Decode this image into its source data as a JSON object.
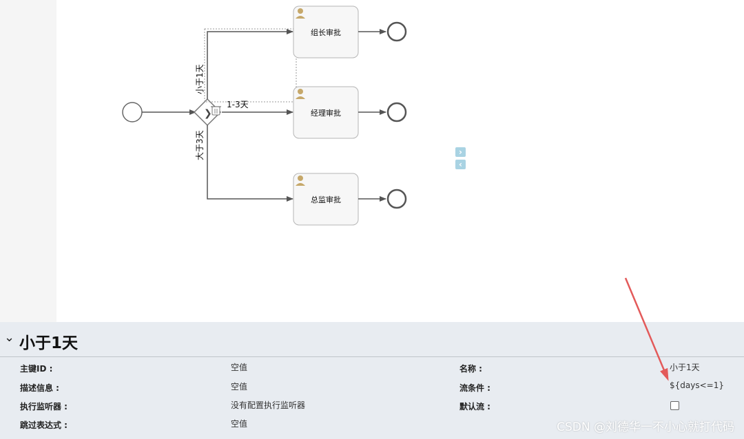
{
  "diagram": {
    "tasks": [
      {
        "label": "组长审批"
      },
      {
        "label": "经理审批"
      },
      {
        "label": "总监审批"
      }
    ],
    "flow_labels": {
      "less_than_1": "小于1天",
      "between_1_3": "1-3天",
      "more_than_3": "大于3天"
    }
  },
  "nav_buttons": {
    "expand": "›",
    "collapse": "‹"
  },
  "properties": {
    "title": "小于1天",
    "rows": [
      {
        "label": "主键ID :",
        "value": "空值"
      },
      {
        "label": "描述信息 :",
        "value": "空值"
      },
      {
        "label": "执行监听器 :",
        "value": "没有配置执行监听器"
      },
      {
        "label": "跳过表达式 :",
        "value": "空值"
      }
    ],
    "right_rows": [
      {
        "label": "名称 :",
        "value": "小于1天"
      },
      {
        "label": "流条件 :",
        "value": "${days<=1}"
      },
      {
        "label": "默认流 :",
        "value": ""
      }
    ]
  },
  "colors": {
    "annotation_arrow": "#e35a5a",
    "flow_line": "#555555",
    "task_fill": "#f7f7f7"
  },
  "watermark": "CSDN @刘德华一不小心就打代码"
}
